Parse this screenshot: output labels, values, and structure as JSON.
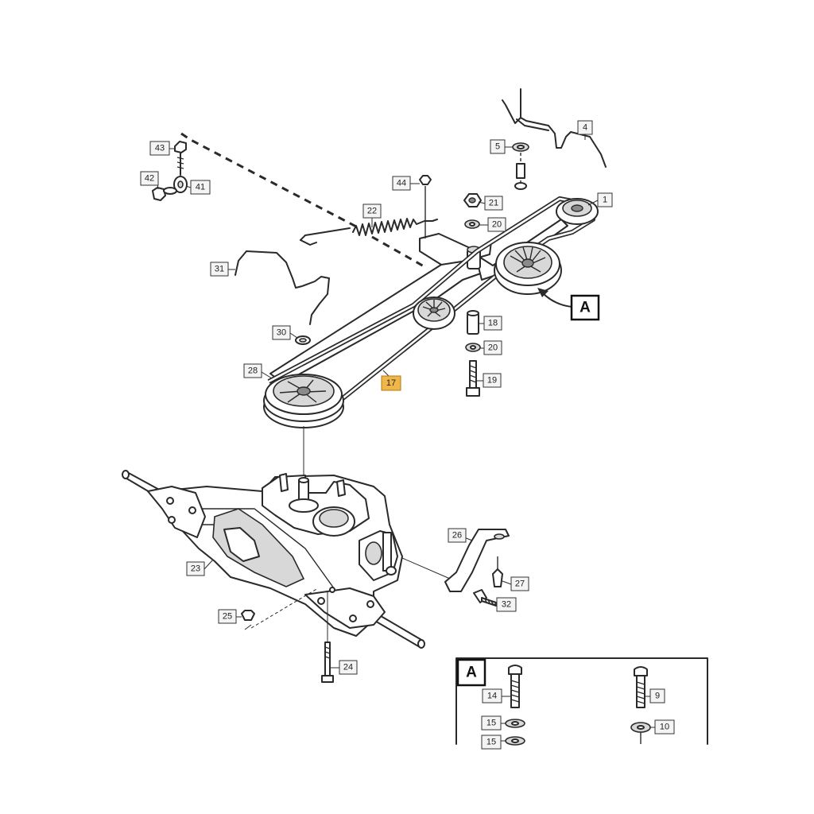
{
  "callouts": [
    {
      "id": "c1",
      "label": "1"
    },
    {
      "id": "c4",
      "label": "4"
    },
    {
      "id": "c5",
      "label": "5"
    },
    {
      "id": "c9",
      "label": "9"
    },
    {
      "id": "c10",
      "label": "10"
    },
    {
      "id": "c14",
      "label": "14"
    },
    {
      "id": "c15a",
      "label": "15"
    },
    {
      "id": "c15b",
      "label": "15"
    },
    {
      "id": "c17",
      "label": "17",
      "highlight": true
    },
    {
      "id": "c18",
      "label": "18"
    },
    {
      "id": "c19",
      "label": "19"
    },
    {
      "id": "c20a",
      "label": "20"
    },
    {
      "id": "c20b",
      "label": "20"
    },
    {
      "id": "c21",
      "label": "21"
    },
    {
      "id": "c22",
      "label": "22"
    },
    {
      "id": "c23",
      "label": "23"
    },
    {
      "id": "c24",
      "label": "24"
    },
    {
      "id": "c25",
      "label": "25"
    },
    {
      "id": "c26",
      "label": "26"
    },
    {
      "id": "c27",
      "label": "27"
    },
    {
      "id": "c28",
      "label": "28"
    },
    {
      "id": "c30",
      "label": "30"
    },
    {
      "id": "c31",
      "label": "31"
    },
    {
      "id": "c32",
      "label": "32"
    },
    {
      "id": "c41",
      "label": "41"
    },
    {
      "id": "c42",
      "label": "42"
    },
    {
      "id": "c43",
      "label": "43"
    },
    {
      "id": "c44",
      "label": "44"
    }
  ],
  "detail_marker": {
    "label": "A"
  },
  "inset": {
    "label": "A"
  },
  "colors": {
    "highlight": "#f0b64a",
    "line": "#2a2a2a",
    "callout_fill": "#f4f4f4"
  }
}
